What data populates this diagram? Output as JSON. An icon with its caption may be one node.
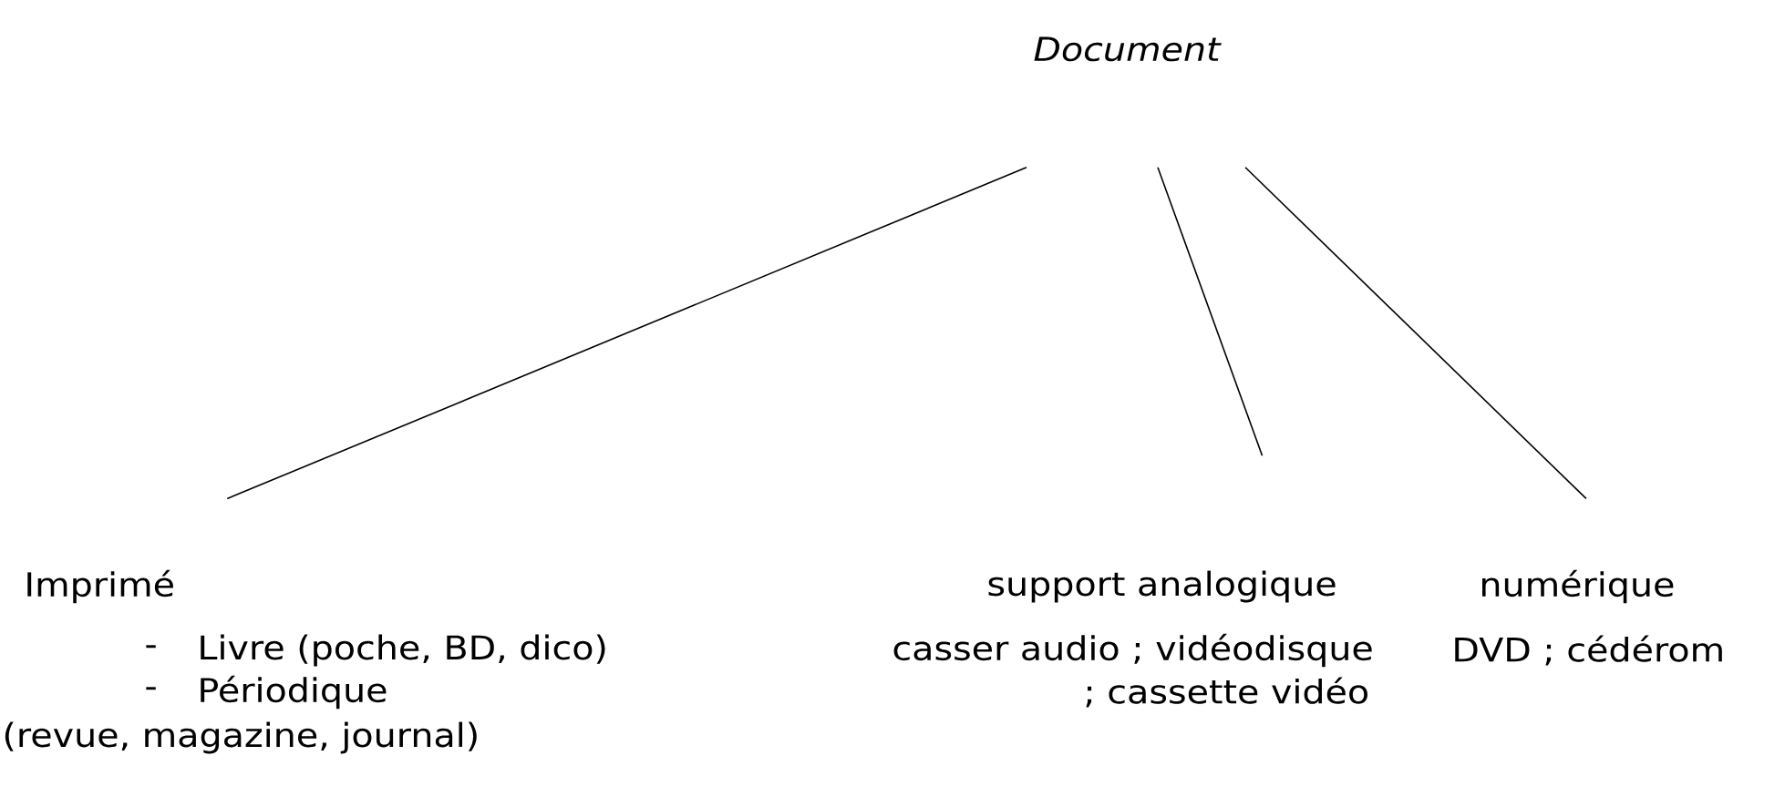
{
  "diagram": {
    "nodes": [
      {
        "text": [
          "Document"
        ]
      },
      {
        "text": [
          "Imprimé"
        ]
      },
      {
        "text": [
          "support analogique"
        ]
      },
      {
        "text": [
          "numérique"
        ]
      }
    ],
    "edges": [
      {
        "from": 0,
        "to": 1,
        "arrow": "none"
      },
      {
        "from": 0,
        "to": 2,
        "arrow": "none"
      },
      {
        "from": 0,
        "to": 3,
        "arrow": "none"
      }
    ],
    "labels": [
      "-",
      "Livre (poche, BD, dico)",
      "casser audio ; vidéodisque",
      "DVD ; cédérom",
      "-",
      "Périodique",
      "; cassette vidéo",
      "(revue, magazine, journal)"
    ]
  }
}
